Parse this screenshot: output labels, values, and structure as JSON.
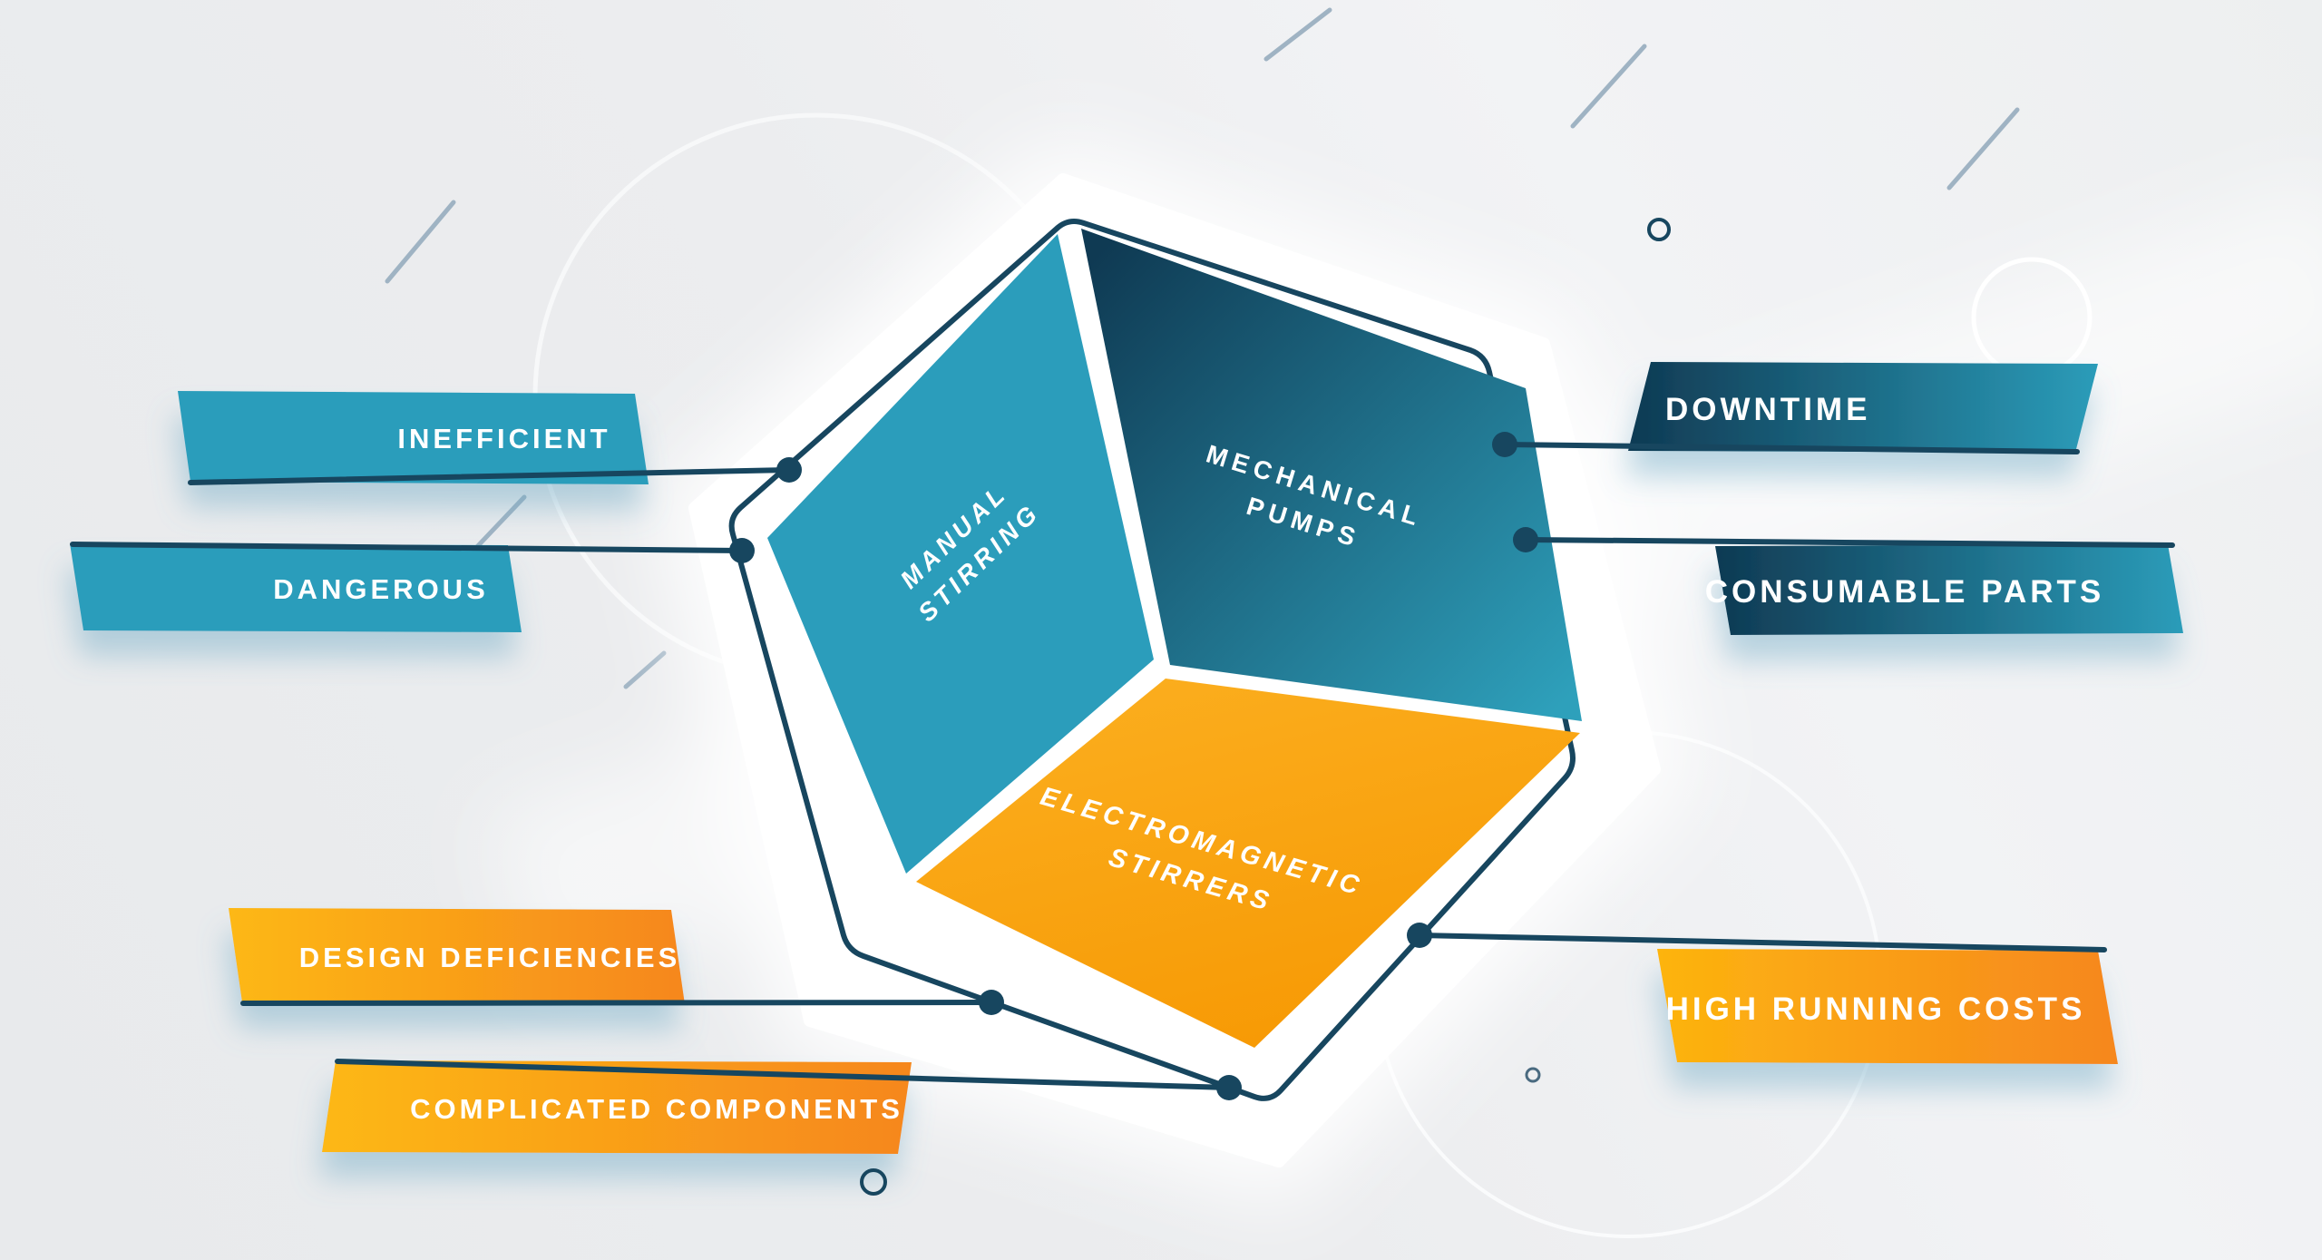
{
  "diagram_type": "hexagon-cube-infographic",
  "labels": {
    "inefficient": "INEFFICIENT",
    "dangerous": "DANGEROUS",
    "design_deficiencies": "DESIGN DEFICIENCIES",
    "complicated_components": "COMPLICATED COMPONENTS",
    "downtime": "DOWNTIME",
    "consumable_parts": "CONSUMABLE PARTS",
    "high_running_costs": "HIGH RUNNING COSTS"
  },
  "faces": {
    "manual_stirring": {
      "line1": "MANUAL",
      "line2": "STIRRING"
    },
    "mechanical_pumps": {
      "line1": "MECHANICAL",
      "line2": "PUMPS"
    },
    "electromagnetic_stirrers": {
      "line1": "ELECTROMAGNETIC",
      "line2": "STIRRERS"
    }
  },
  "colors": {
    "background": "#ECEDEE",
    "teal": "#2B9DBB",
    "navy": "#17465F",
    "dark_face_from": "#0F3A53",
    "dark_face_to": "#2EA0BB",
    "orange_from": "#FDB813",
    "orange_to": "#F6871E",
    "orange_face_from": "#FBAD1D",
    "orange_face_to": "#F79A05",
    "white": "#FFFFFF",
    "decorative_stroke": "#9FB3C3",
    "shadow_tint": "#6FA9C4"
  }
}
